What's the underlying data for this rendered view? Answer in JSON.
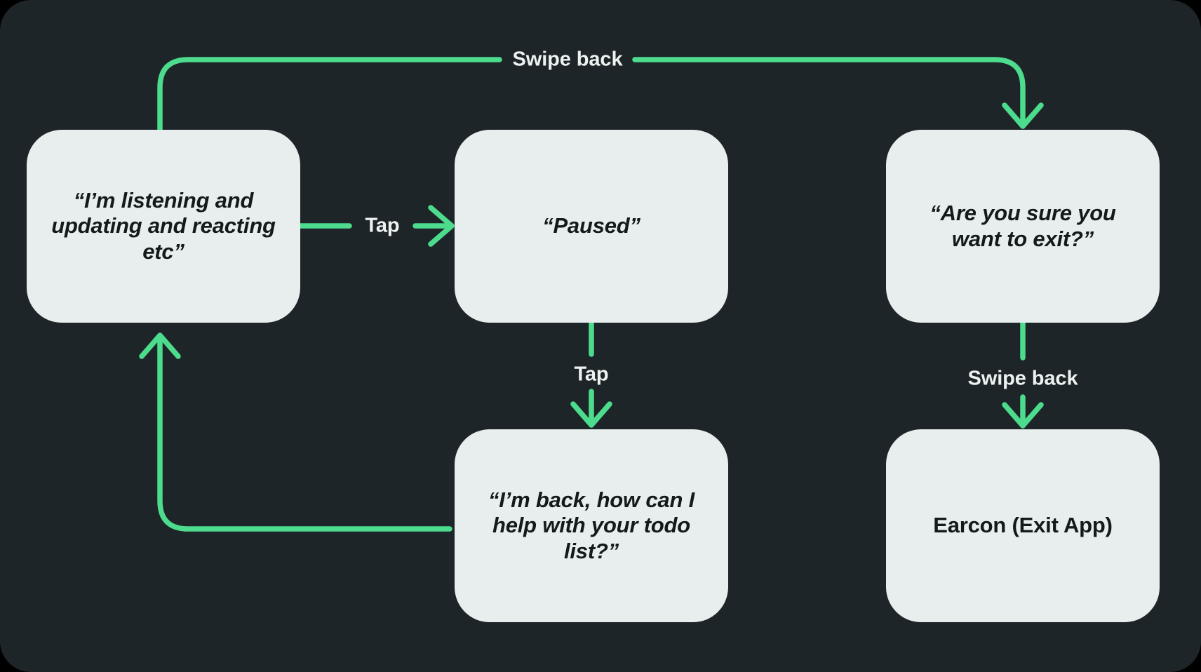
{
  "canvas": {
    "background_color": "#1d2528",
    "node_fill_color": "#e8eeed",
    "node_text_color": "#14191b",
    "accent_color": "#4ddb8d",
    "label_text_color": "#edf2f1"
  },
  "nodes": [
    {
      "id": "listening",
      "text": "“I’m listening and updating and reacting etc”",
      "style": "quote"
    },
    {
      "id": "paused",
      "text": "“Paused”",
      "style": "quote"
    },
    {
      "id": "confirm-exit",
      "text": "“Are you sure you want to exit?”",
      "style": "quote"
    },
    {
      "id": "back-todo",
      "text": "“I’m back, how can I help with your todo list?”",
      "style": "quote"
    },
    {
      "id": "earcon",
      "text": "Earcon (Exit App)",
      "style": "plain"
    }
  ],
  "edges": [
    {
      "id": "listening-to-paused",
      "label": "Tap",
      "from": "listening",
      "to": "paused"
    },
    {
      "id": "listening-to-confirm-exit",
      "label": "Swipe back",
      "from": "listening",
      "to": "confirm-exit"
    },
    {
      "id": "paused-to-back-todo",
      "label": "Tap",
      "from": "paused",
      "to": "back-todo"
    },
    {
      "id": "confirm-exit-to-earcon",
      "label": "Swipe back",
      "from": "confirm-exit",
      "to": "earcon"
    },
    {
      "id": "back-todo-to-listening",
      "label": "",
      "from": "back-todo",
      "to": "listening"
    }
  ]
}
